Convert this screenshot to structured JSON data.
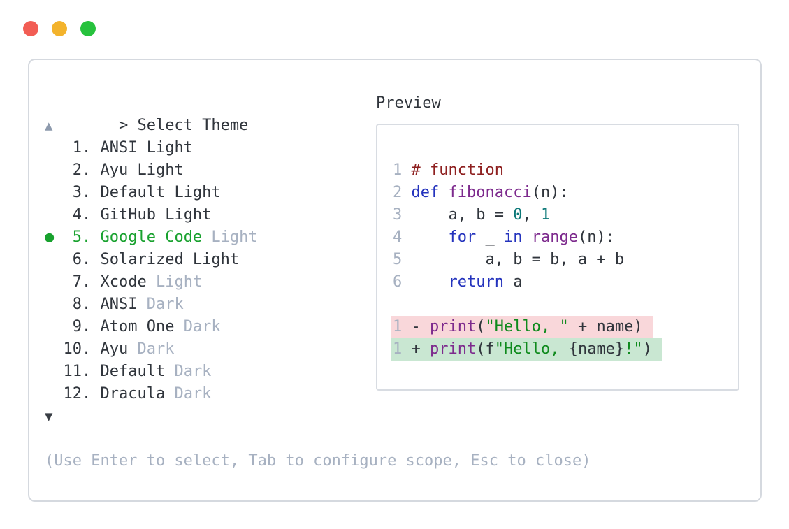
{
  "window_controls": {
    "close_color": "#f25d54",
    "minimize_color": "#f3b32c",
    "maximize_color": "#27c23d"
  },
  "prompt": {
    "caret": ">",
    "title": "Select Theme"
  },
  "scroll": {
    "up_symbol": "▲",
    "down_symbol": "▼"
  },
  "theme_list": {
    "selected_bullet": "●",
    "items": [
      {
        "number": 1,
        "name": "ANSI Light",
        "variant": "",
        "selected": false
      },
      {
        "number": 2,
        "name": "Ayu Light",
        "variant": "",
        "selected": false
      },
      {
        "number": 3,
        "name": "Default Light",
        "variant": "",
        "selected": false
      },
      {
        "number": 4,
        "name": "GitHub Light",
        "variant": "",
        "selected": false
      },
      {
        "number": 5,
        "name": "Google Code",
        "variant": "Light",
        "selected": true
      },
      {
        "number": 6,
        "name": "Solarized Light",
        "variant": "",
        "selected": false
      },
      {
        "number": 7,
        "name": "Xcode",
        "variant": "Light",
        "selected": false
      },
      {
        "number": 8,
        "name": "ANSI",
        "variant": "Dark",
        "selected": false
      },
      {
        "number": 9,
        "name": "Atom One",
        "variant": "Dark",
        "selected": false
      },
      {
        "number": 10,
        "name": "Ayu",
        "variant": "Dark",
        "selected": false
      },
      {
        "number": 11,
        "name": "Default",
        "variant": "Dark",
        "selected": false
      },
      {
        "number": 12,
        "name": "Dracula",
        "variant": "Dark",
        "selected": false
      }
    ]
  },
  "preview": {
    "label": "Preview",
    "code_lines": [
      {
        "num": "1",
        "kind": "code",
        "tokens": [
          [
            "com",
            "# function"
          ]
        ]
      },
      {
        "num": "2",
        "kind": "code",
        "tokens": [
          [
            "kwd",
            "def"
          ],
          [
            "pln",
            " "
          ],
          [
            "typ",
            "fibonacci"
          ],
          [
            "pln",
            "(n):"
          ]
        ]
      },
      {
        "num": "3",
        "kind": "code",
        "tokens": [
          [
            "pln",
            "    a, b = "
          ],
          [
            "lit",
            "0"
          ],
          [
            "pln",
            ", "
          ],
          [
            "lit",
            "1"
          ]
        ]
      },
      {
        "num": "4",
        "kind": "code",
        "tokens": [
          [
            "pln",
            "    "
          ],
          [
            "kwd",
            "for"
          ],
          [
            "pln",
            " _ "
          ],
          [
            "kwd",
            "in"
          ],
          [
            "pln",
            " "
          ],
          [
            "typ",
            "range"
          ],
          [
            "pln",
            "(n):"
          ]
        ]
      },
      {
        "num": "5",
        "kind": "code",
        "tokens": [
          [
            "pln",
            "        a, b = b, a + b"
          ]
        ]
      },
      {
        "num": "6",
        "kind": "code",
        "tokens": [
          [
            "pln",
            "    "
          ],
          [
            "kwd",
            "return"
          ],
          [
            "pln",
            " a"
          ]
        ]
      },
      {
        "num": "",
        "kind": "blank",
        "tokens": []
      },
      {
        "num": "1",
        "kind": "del",
        "tokens": [
          [
            "pln",
            "- "
          ],
          [
            "typ",
            "print"
          ],
          [
            "pln",
            "("
          ],
          [
            "str",
            "\"Hello, \""
          ],
          [
            "pln",
            " + name)"
          ]
        ]
      },
      {
        "num": "1",
        "kind": "add",
        "tokens": [
          [
            "pln",
            "+ "
          ],
          [
            "typ",
            "print"
          ],
          [
            "pln",
            "(f"
          ],
          [
            "str",
            "\"Hello, "
          ],
          [
            "pln",
            "{name}"
          ],
          [
            "str",
            "!\""
          ],
          [
            "pln",
            ")"
          ]
        ]
      }
    ]
  },
  "footer_hint": "(Use Enter to select, Tab to configure scope, Esc to close)",
  "colors": {
    "text": "#30353c",
    "dim": "#a7b1c1",
    "arrow_up": "#8d9aad",
    "selected_green": "#18a12e",
    "comment": "#8e2020",
    "keyword": "#2433bd",
    "function": "#7d2a8d",
    "string": "#0f8a1d",
    "literal": "#0c7878",
    "diff_del_bg": "#f9d7da",
    "diff_add_bg": "#c9e7d2"
  }
}
